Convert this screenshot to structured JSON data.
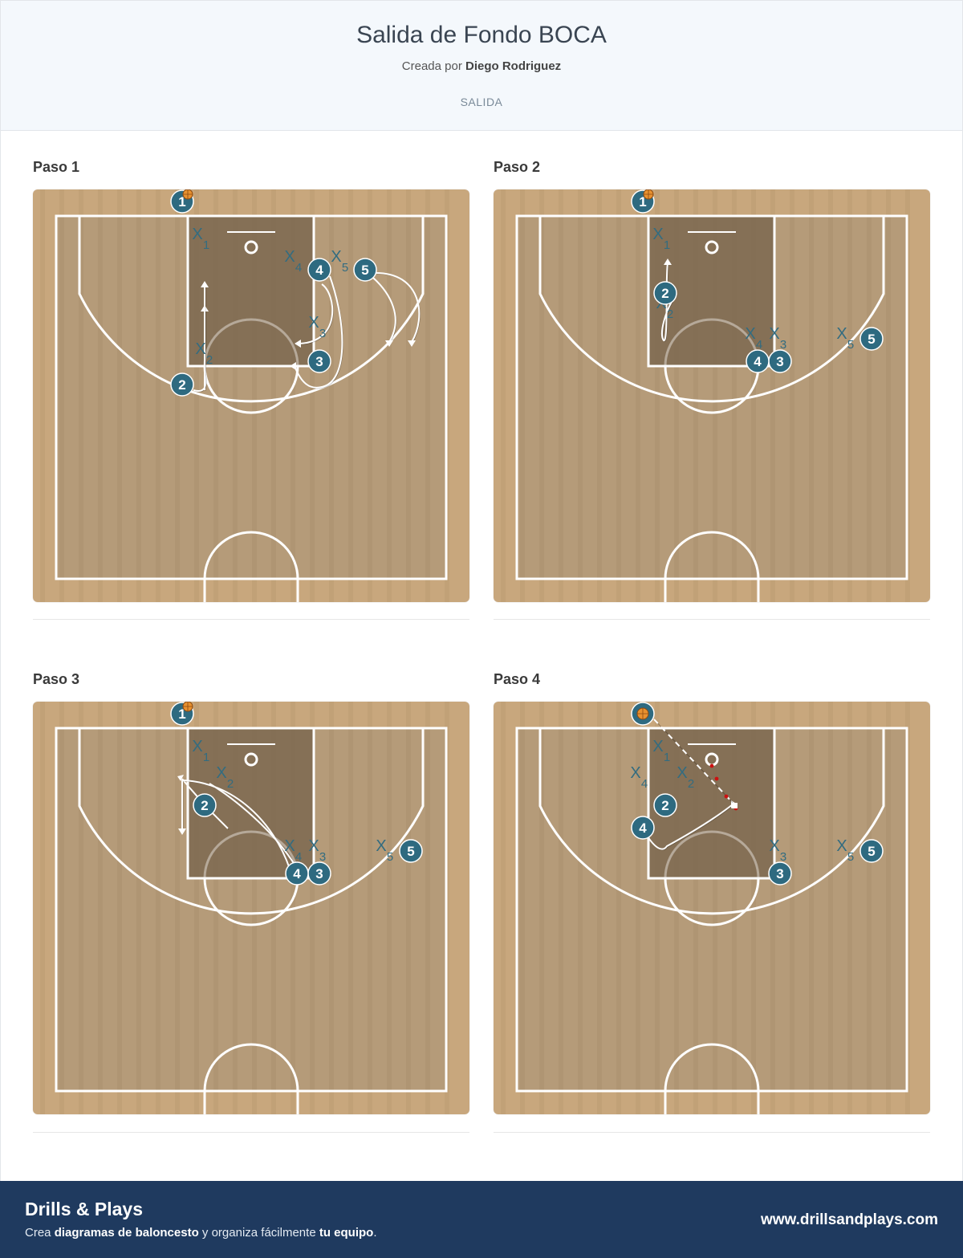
{
  "header": {
    "title": "Salida de Fondo BOCA",
    "byline_prefix": "Creada por",
    "author": "Diego Rodriguez",
    "tag": "SALIDA"
  },
  "steps": [
    {
      "title": "Paso 1",
      "offense": [
        {
          "label": "1",
          "ball": true
        },
        {
          "label": "2"
        },
        {
          "label": "3"
        },
        {
          "label": "4"
        },
        {
          "label": "5"
        }
      ],
      "defense": [
        {
          "label": "X",
          "sub": "1"
        },
        {
          "label": "X",
          "sub": "2"
        },
        {
          "label": "X",
          "sub": "3"
        },
        {
          "label": "X",
          "sub": "4"
        },
        {
          "label": "X",
          "sub": "5"
        }
      ]
    },
    {
      "title": "Paso 2",
      "offense": [
        {
          "label": "1",
          "ball": true
        },
        {
          "label": "2"
        },
        {
          "label": "3"
        },
        {
          "label": "4"
        },
        {
          "label": "5"
        }
      ],
      "defense": [
        {
          "label": "X",
          "sub": "1"
        },
        {
          "label": "X",
          "sub": "2"
        },
        {
          "label": "X",
          "sub": "3"
        },
        {
          "label": "X",
          "sub": "4"
        },
        {
          "label": "X",
          "sub": "5"
        }
      ]
    },
    {
      "title": "Paso 3",
      "offense": [
        {
          "label": "1",
          "ball": true
        },
        {
          "label": "2"
        },
        {
          "label": "3"
        },
        {
          "label": "4"
        },
        {
          "label": "5"
        }
      ],
      "defense": [
        {
          "label": "X",
          "sub": "1"
        },
        {
          "label": "X",
          "sub": "2"
        },
        {
          "label": "X",
          "sub": "3"
        },
        {
          "label": "X",
          "sub": "4"
        },
        {
          "label": "X",
          "sub": "5"
        }
      ]
    },
    {
      "title": "Paso 4",
      "offense": [
        {
          "label": "",
          "ball": true
        },
        {
          "label": "2"
        },
        {
          "label": "3"
        },
        {
          "label": "4"
        },
        {
          "label": "5"
        }
      ],
      "defense": [
        {
          "label": "X",
          "sub": "1"
        },
        {
          "label": "X",
          "sub": "2"
        },
        {
          "label": "X",
          "sub": "3"
        },
        {
          "label": "X",
          "sub": "4"
        },
        {
          "label": "X",
          "sub": "5"
        }
      ]
    }
  ],
  "footer": {
    "brand": "Drills & Plays",
    "tag_1": "Crea ",
    "tag_2": "diagramas de baloncesto",
    "tag_3": " y organiza fácilmente ",
    "tag_4": "tu equipo",
    "tag_5": ".",
    "site": "www.drillsandplays.com"
  },
  "colors": {
    "player": "#2e6a80",
    "defender": "#336c80",
    "court_wood": "#c8a77d",
    "court_inner": "#b59b79",
    "paint": "#7c6850",
    "footer_bg": "#1f3a5f"
  }
}
